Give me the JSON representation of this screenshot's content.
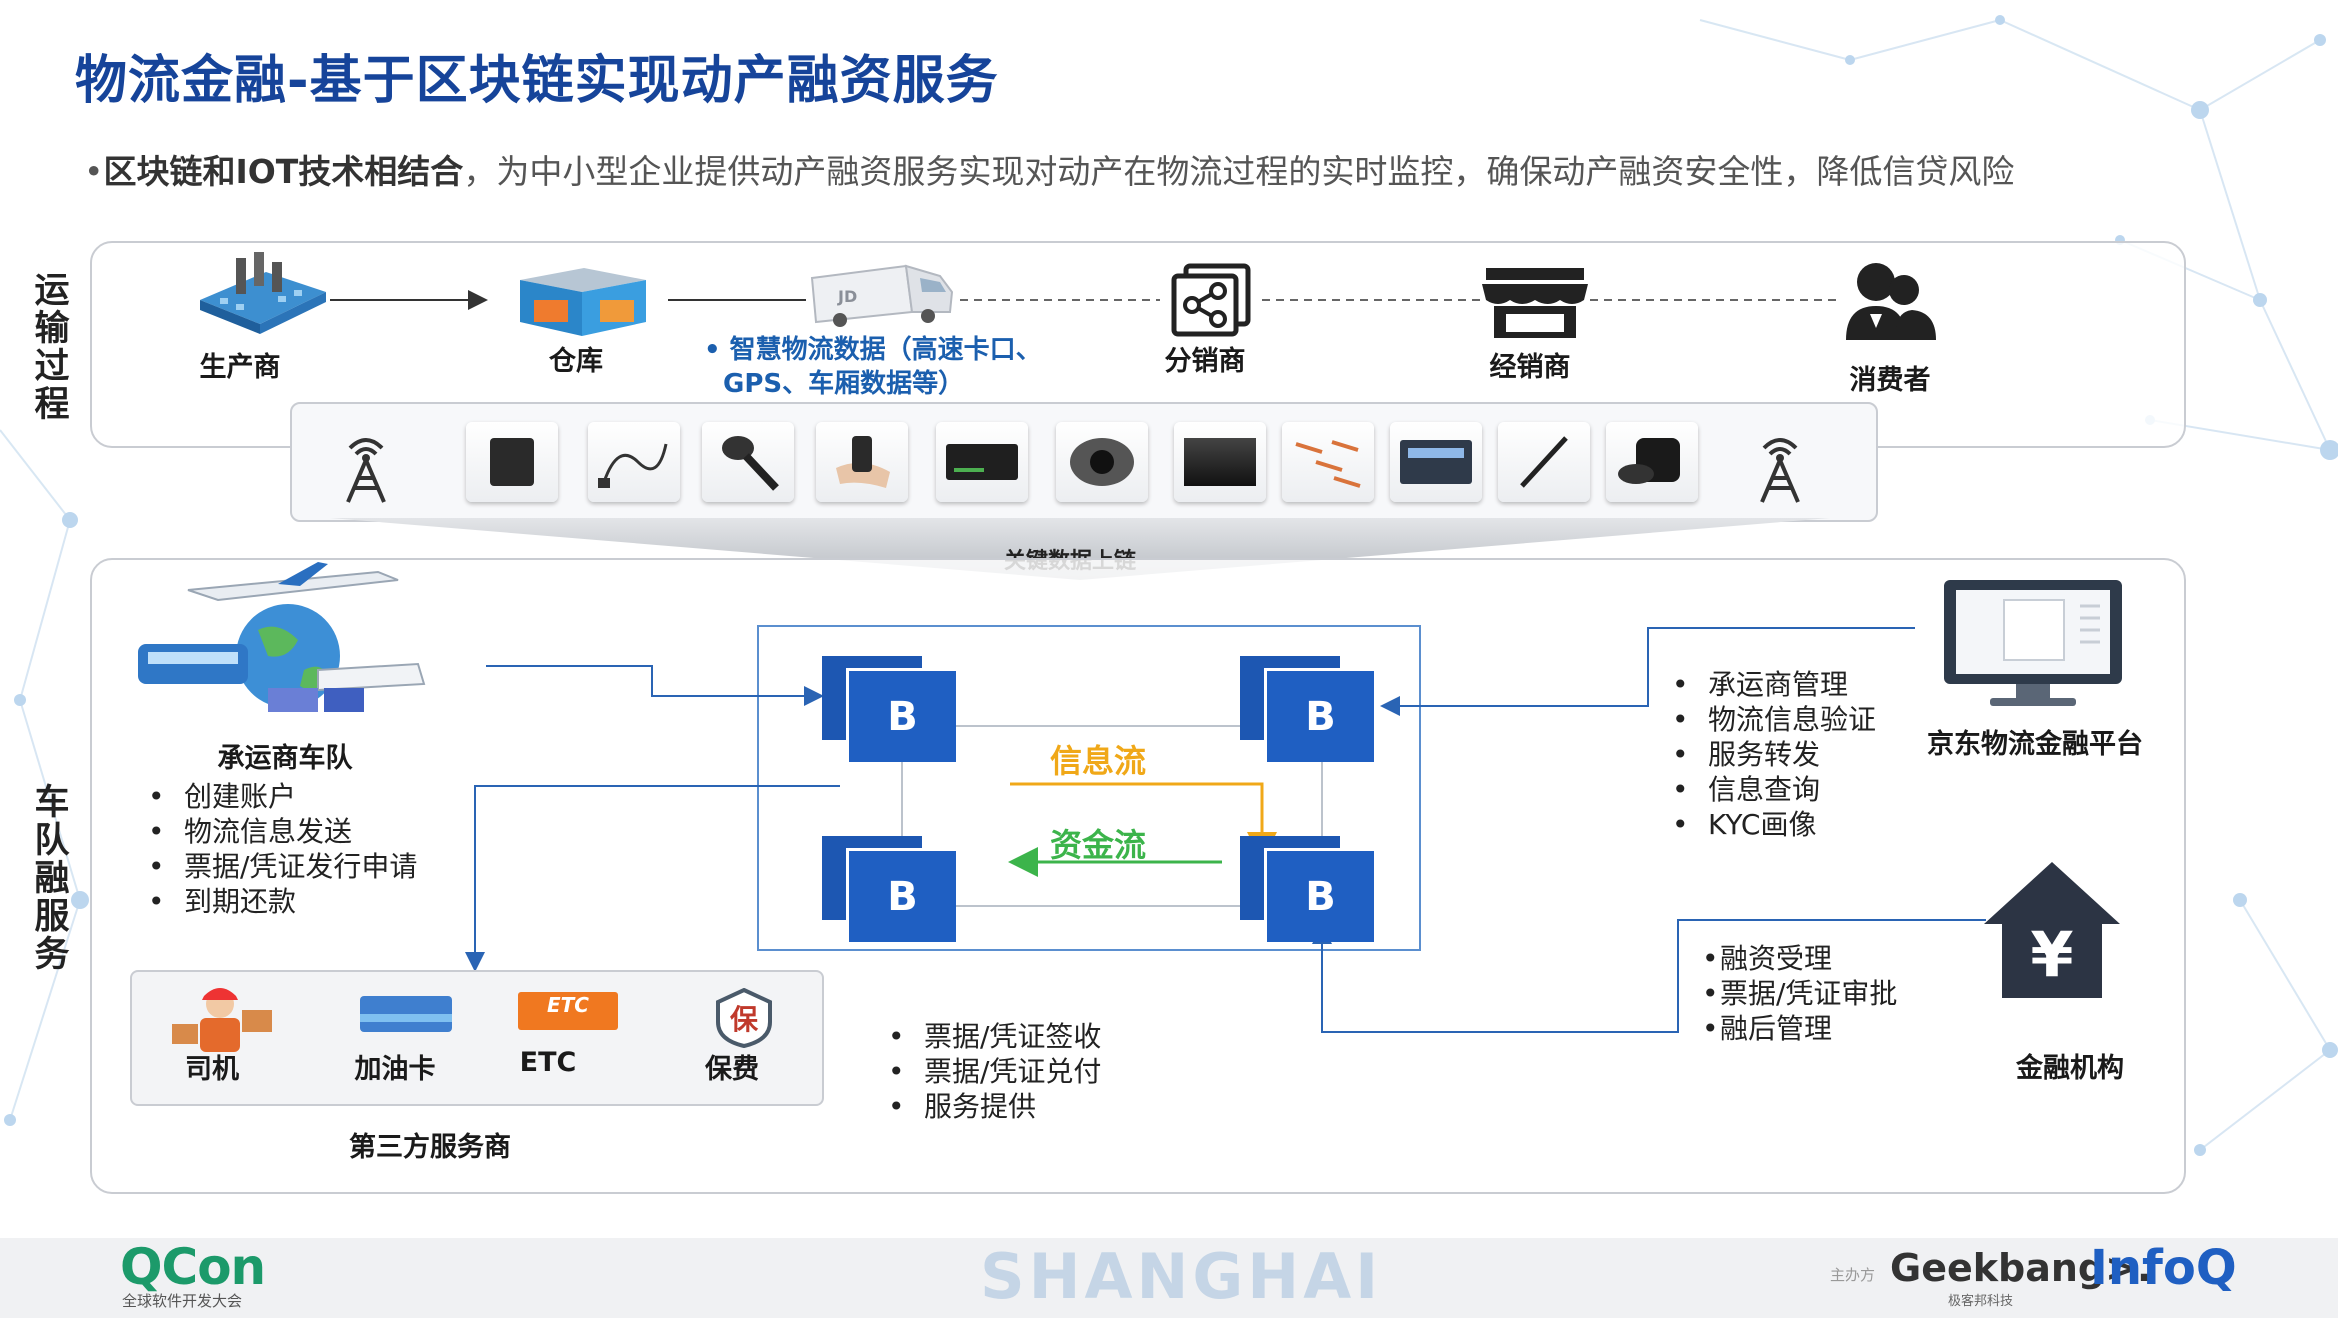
{
  "title": "物流金融-基于区块链实现动产融资服务",
  "subtitle": {
    "bullet": "•",
    "bold": "区块链和IOT技术相结合",
    "rest": "，为中小型企业提供动产融资服务实现对动产在物流过程的实时监控，确保动产融资安全性，降低信贷风险"
  },
  "transport": {
    "side_label": "运输过程",
    "nodes": [
      {
        "label": "生产商",
        "icon": "factory-icon"
      },
      {
        "label": "仓库",
        "icon": "warehouse-icon"
      },
      {
        "label": "",
        "icon": "truck-icon"
      },
      {
        "label": "分销商",
        "icon": "share-icon"
      },
      {
        "label": "经销商",
        "icon": "store-icon"
      },
      {
        "label": "消费者",
        "icon": "consumers-icon"
      }
    ],
    "data_note_line1": "• 智慧物流数据（高速卡口、",
    "data_note_line2": "GPS、车厢数据等）",
    "device_icons": [
      "antenna-icon",
      "gps-box-icon",
      "cable-sensor-icon",
      "probe-icon",
      "handheld-scanner-icon",
      "dvr-recorder-icon",
      "dome-camera-icon",
      "panel-sensor-icon",
      "rfid-tags-icon",
      "controller-box-icon",
      "stylus-sensor-icon",
      "puck-sensor-icon",
      "antenna-icon"
    ],
    "chain_label": "关键数据上链"
  },
  "fleet": {
    "side_label": "车队融服务",
    "carrier_label": "承运商车队",
    "carrier_items": [
      "创建账户",
      "物流信息发送",
      "票据/凭证发行申请",
      "到期还款"
    ],
    "node_letter": "B",
    "info_flow": "信息流",
    "fund_flow": "资金流",
    "platform_label": "京东物流金融平台",
    "platform_items": [
      "承运商管理",
      "物流信息验证",
      "服务转发",
      "信息查询",
      "KYC画像"
    ],
    "bank_label": "金融机构",
    "bank_items": [
      "融资受理",
      "票据/凭证审批",
      "融后管理"
    ],
    "third_party_label": "第三方服务商",
    "third_party": [
      {
        "label": "司机",
        "icon": "driver-icon"
      },
      {
        "label": "加油卡",
        "icon": "fuel-card-icon"
      },
      {
        "label": "ETC",
        "icon": "etc-card-icon",
        "badge": "ETC"
      },
      {
        "label": "保费",
        "icon": "insurance-icon",
        "badge": "保"
      }
    ],
    "service_items": [
      "票据/凭证签收",
      "票据/凭证兑付",
      "服务提供"
    ]
  },
  "footer": {
    "qcon": "QCon",
    "qcon_sub": "全球软件开发大会",
    "city": "SHANGHAI",
    "host": "主办方",
    "geekbang": "Geekbang>.",
    "geekbang_sub": "极客邦科技",
    "infoq": "InfoQ"
  },
  "colors": {
    "title": "#16449a",
    "node_blue": "#1f5fc2",
    "info_flow": "#f0a818",
    "fund_flow": "#3cb44b",
    "connector": "#2a64b4"
  }
}
